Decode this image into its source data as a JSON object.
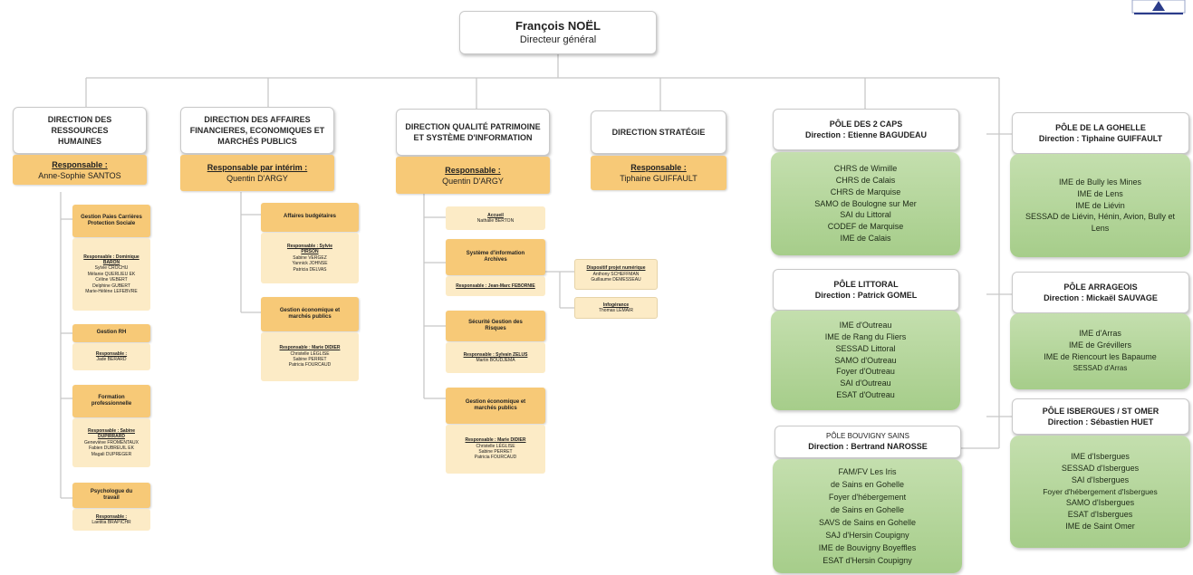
{
  "logo": {
    "name": "organisation-logo"
  },
  "root": {
    "name": "François NOËL",
    "title": "Directeur général"
  },
  "directions": [
    {
      "title": "DIRECTION DES RESSOURCES HUMAINES",
      "resp_label": "Responsable :",
      "resp_name": "Anne-Sophie SANTOS"
    },
    {
      "title": "DIRECTION DES AFFAIRES FINANCIERES, ECONOMIQUES ET MARCHÉS PUBLICS",
      "resp_label": "Responsable par intérim :",
      "resp_name": "Quentin D'ARGY"
    },
    {
      "title": "DIRECTION QUALITÉ PATRIMOINE ET SYSTÈME D'INFORMATION",
      "resp_label": "Responsable :",
      "resp_name": "Quentin D'ARGY"
    },
    {
      "title": "DIRECTION STRATÉGIE",
      "resp_label": "Responsable :",
      "resp_name": "Tiphaine GUIFFAULT"
    }
  ],
  "rh_services": [
    {
      "title": "Gestion Paies Carrières Protection Sociale",
      "resp": "Responsable : Dominique BARON",
      "staff": [
        "Sylvie CROCHU",
        "Mélanie QUERLIEU EK",
        "Céline VEBERT",
        "Delphine GUBERT",
        "Marie-Hélène LEFEBVRE"
      ]
    },
    {
      "title": "Gestion RH",
      "resp": "Responsable :",
      "staff": [
        "Jade BERARD"
      ]
    },
    {
      "title": "Formation professionnelle",
      "resp": "Responsable : Sabine DUPIRRARD",
      "staff": [
        "Geneviève FROMENTAUX",
        "Fabien DUBREUIL EK",
        "Magali DUPREGER"
      ]
    },
    {
      "title": "Psychologue du travail",
      "resp": "Responsable :",
      "staff": [
        "Laetitia BRAPICHR"
      ]
    }
  ],
  "fin_services": [
    {
      "title": "Affaires budgétaires",
      "resp": "Responsable : Sylvie PIRSON",
      "staff": [
        "Sabine VERGEZ",
        "Yannick JOHNSE",
        "Patricia DELVAS"
      ]
    },
    {
      "title": "Gestion économique et marchés publics",
      "resp": "Responsable : Marie DIDIER",
      "staff": [
        "Christelle LÉGLISE",
        "Sabine PERRET",
        "Patricia FOURCAUD"
      ]
    }
  ],
  "qual_services": [
    {
      "title": "Accueil",
      "staff": [
        "Nathalie BERTON"
      ]
    },
    {
      "title": "Système d'information Archives",
      "resp": "Responsable : Jean-Marc FEBORNIE"
    },
    {
      "title": "Sécurité Gestion des Risques",
      "resp": "Responsable : Sylvain ZELUS",
      "staff": [
        "Martin BOUDJEMA"
      ]
    },
    {
      "title": "Gestion économique et marchés publics",
      "resp": "Responsable : Marie DIDIER",
      "staff": [
        "Christelle LÉGLISE",
        "Sabine PERRET",
        "Patricia FOURCAUD"
      ]
    }
  ],
  "qual_side": [
    {
      "title": "Dispositif projet numérique",
      "staff": [
        "Anthony SCHEFFMAN",
        "Guillaume DEMESSEAU"
      ]
    },
    {
      "title": "Infogérance",
      "staff": [
        "Thomas LEMAIR"
      ]
    }
  ],
  "poles": [
    {
      "title": "PÔLE DES 2 CAPS",
      "director": "Direction : Etienne BAGUDEAU",
      "items": [
        "CHRS de Wimille",
        "CHRS de Calais",
        "CHRS de Marquise",
        "SAMO de Boulogne sur Mer",
        "SAI du Littoral",
        "CODEF de Marquise",
        "IME de Calais"
      ]
    },
    {
      "title": "PÔLE LITTORAL",
      "director": "Direction : Patrick GOMEL",
      "items": [
        "IME d'Outreau",
        "IME de Rang du Fliers",
        "SESSAD Littoral",
        "SAMO d'Outreau",
        "Foyer d'Outreau",
        "SAI d'Outreau",
        "ESAT d'Outreau"
      ]
    },
    {
      "title": "PÔLE BOUVIGNY SAINS",
      "director": "Direction : Bertrand NAROSSE",
      "items": [
        "FAM/FV Les Iris",
        "de Sains en Gohelle",
        "Foyer d'hébergement",
        "de Sains en Gohelle",
        "SAVS de Sains en Gohelle",
        "SAJ d'Hersin Coupigny",
        "IME de Bouvigny Boyeffles",
        "ESAT d'Hersin Coupigny"
      ]
    },
    {
      "title": "PÔLE DE LA GOHELLE",
      "director": "Direction : Tiphaine GUIFFAULT",
      "items": [
        "IME de Bully les Mines",
        "IME de Lens",
        "IME de Liévin",
        "SESSAD de Liévin, Hénin, Avion, Bully et Lens"
      ]
    },
    {
      "title": "PÔLE ARRAGEOIS",
      "director": "Direction : Mickaël SAUVAGE",
      "items": [
        "IME d'Arras",
        "IME de Grévillers",
        "IME de Riencourt les Bapaume",
        "SESSAD d'Arras"
      ]
    },
    {
      "title": "PÔLE ISBERGUES / ST OMER",
      "director": "Direction : Sébastien HUET",
      "items": [
        "IME d'Isbergues",
        "SESSAD d'Isbergues",
        "SAI d'Isbergues",
        "Foyer d'hébergement d'Isbergues",
        "SAMO d'Isbergues",
        "ESAT d'Isbergues",
        "IME de Saint Omer"
      ]
    }
  ],
  "colors": {
    "orange": "#f7c977",
    "cream": "#fcebc6",
    "green": "#a6cd8a",
    "line": "#c8c8c8"
  }
}
